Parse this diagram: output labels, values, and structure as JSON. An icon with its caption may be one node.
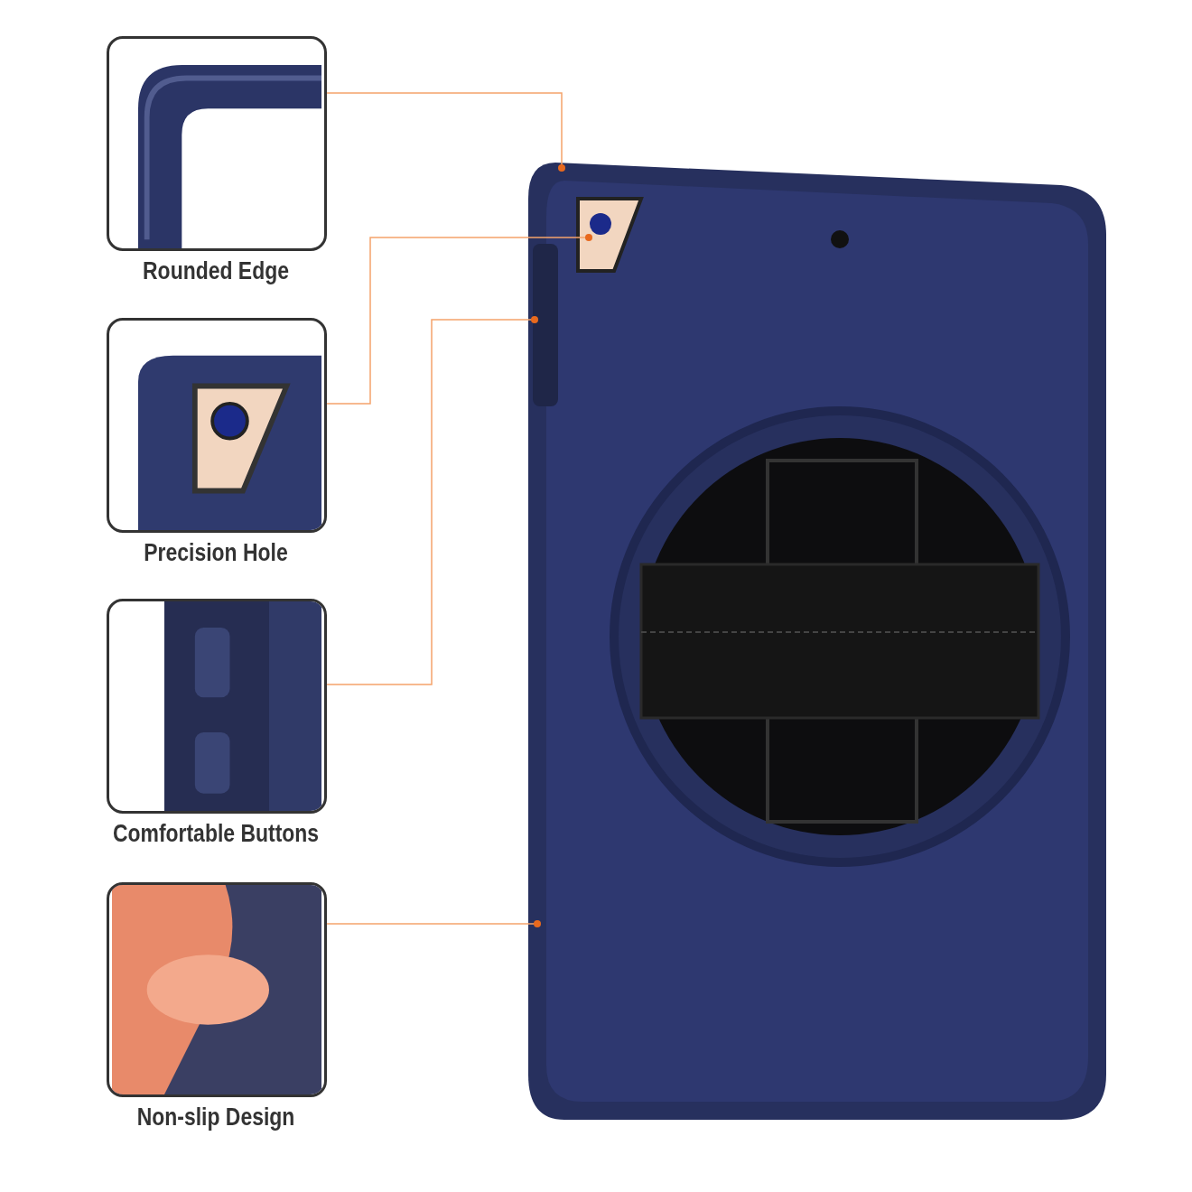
{
  "diagram": {
    "nodes": [
      {
        "text": [
          "Rounded Edge"
        ]
      },
      {
        "text": [
          "Precision Hole"
        ]
      },
      {
        "text": [
          "Comfortable Buttons"
        ]
      },
      {
        "text": [
          "Non-slip Design"
        ]
      },
      {
        "text": [],
        "shape": "picture"
      }
    ],
    "edges": [
      {
        "from": 0,
        "to": 4,
        "arrow": "other"
      },
      {
        "from": 1,
        "to": 4,
        "arrow": "other"
      },
      {
        "from": 2,
        "to": 4,
        "arrow": "other"
      },
      {
        "from": 3,
        "to": 4,
        "arrow": "other"
      }
    ]
  }
}
